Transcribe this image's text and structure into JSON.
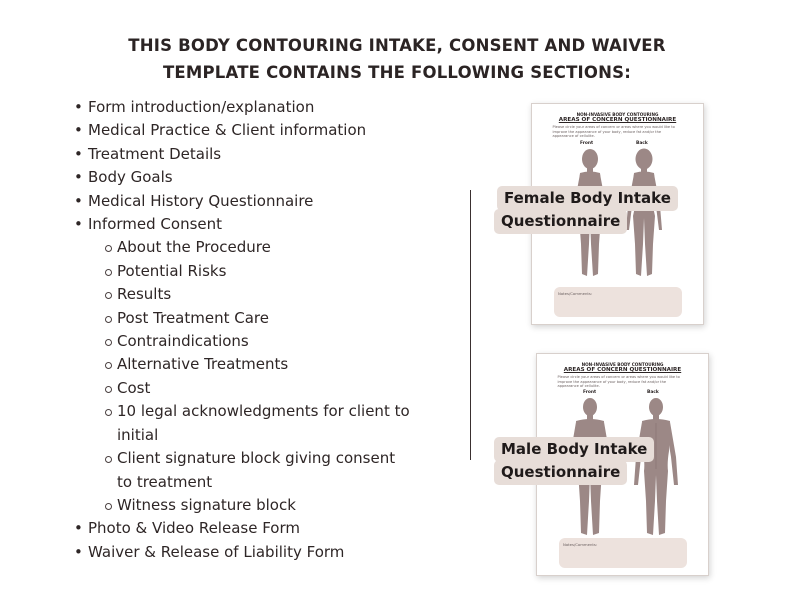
{
  "title": {
    "line1": "THIS BODY CONTOURING INTAKE, CONSENT AND WAIVER",
    "line2": "TEMPLATE CONTAINS THE FOLLOWING SECTIONS:"
  },
  "sections": [
    "Form introduction/explanation",
    "Medical Practice & Client information",
    "Treatment Details",
    "Body Goals",
    "Medical History Questionnaire",
    "Informed Consent",
    "Photo & Video Release Form",
    "Waiver & Release of Liability Form"
  ],
  "consent_subsections": [
    "About the Procedure",
    "Potential Risks",
    "Results",
    "Post Treatment Care",
    "Contraindications",
    "Alternative Treatments",
    "Cost",
    "10 legal acknowledgments for client to initial",
    "Client signature block giving consent to treatment",
    "Witness signature block"
  ],
  "female_card": {
    "kicker": "NON-INVASIVE BODY CONTOURING",
    "heading": "AREAS OF CONCERN QUESTIONNAIRE",
    "description": "Please circle your areas of concern or areas where you would like to improve the appearance of your body, reduce fat and/or the appearance of cellulite.",
    "front_label": "Front",
    "back_label": "Back",
    "notes_label": "Notes/Comments:",
    "tag_line1": "Female Body Intake",
    "tag_line2": "Questionnaire"
  },
  "male_card": {
    "kicker": "NON-INVASIVE BODY CONTOURING",
    "heading": "AREAS OF CONCERN QUESTIONNAIRE",
    "description": "Please circle your areas of concern or areas where you would like to improve the appearance of your body, reduce fat and/or the appearance of cellulite.",
    "front_label": "Front",
    "back_label": "Back",
    "notes_label": "Notes/Comments:",
    "tag_line1": "Male Body Intake",
    "tag_line2": "Questionnaire"
  },
  "colors": {
    "figure": "#9c8886",
    "tag_bg": "#e7ddd8",
    "notes_bg": "#ede2dd",
    "text": "#2e2626"
  }
}
